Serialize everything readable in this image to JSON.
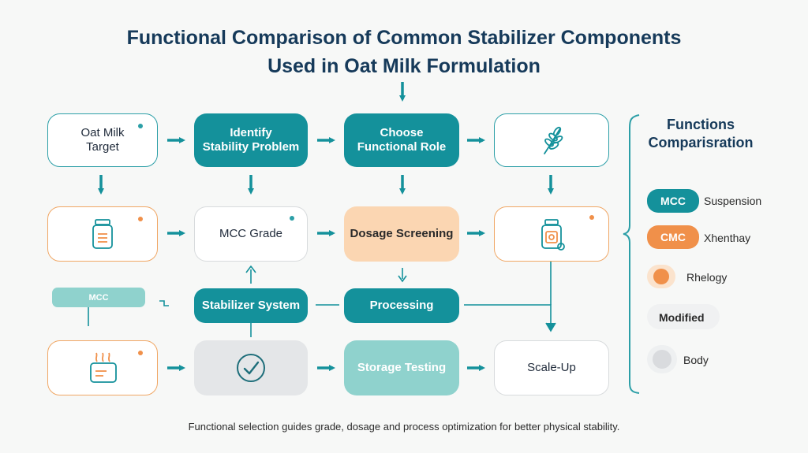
{
  "title_line1": "Functional Comparison of Common Stabilizer Components",
  "title_line2": "Used in Oat Milk Formulation",
  "nodes": {
    "oat_milk_target": "Oat Milk\nTarget",
    "identify": "Identify\nStability Problem",
    "choose": "Choose\nFunctional Role",
    "mcc_grade": "MCC Grade",
    "dosage": "Dosage Screening",
    "mcc_tag": "MCC",
    "stabilizer_system": "Stabilizer System",
    "processing": "Processing",
    "storage": "Storage Testing",
    "scaleup": "Scale-Up"
  },
  "legend": {
    "title": "Functions\nComparisration",
    "items": [
      {
        "badge": "MCC",
        "label": "Suspension",
        "color": "#14919b"
      },
      {
        "badge": "CMC",
        "label": "Xhenthay",
        "color": "#f0904a"
      },
      {
        "badge": "",
        "label": "Rhelogy",
        "color": "#f0904a"
      },
      {
        "badge": "",
        "label": "Modified",
        "color": "#f0f1f2"
      },
      {
        "badge": "",
        "label": "Body",
        "color": "#d9dbde"
      }
    ]
  },
  "icons": [
    "wheat-icon",
    "jar-icon",
    "supplement-bottle-icon",
    "checkmark-circle-icon",
    "heating-container-icon"
  ],
  "footer": "Functional selection guides grade, dosage and process optimization for better physical stability."
}
